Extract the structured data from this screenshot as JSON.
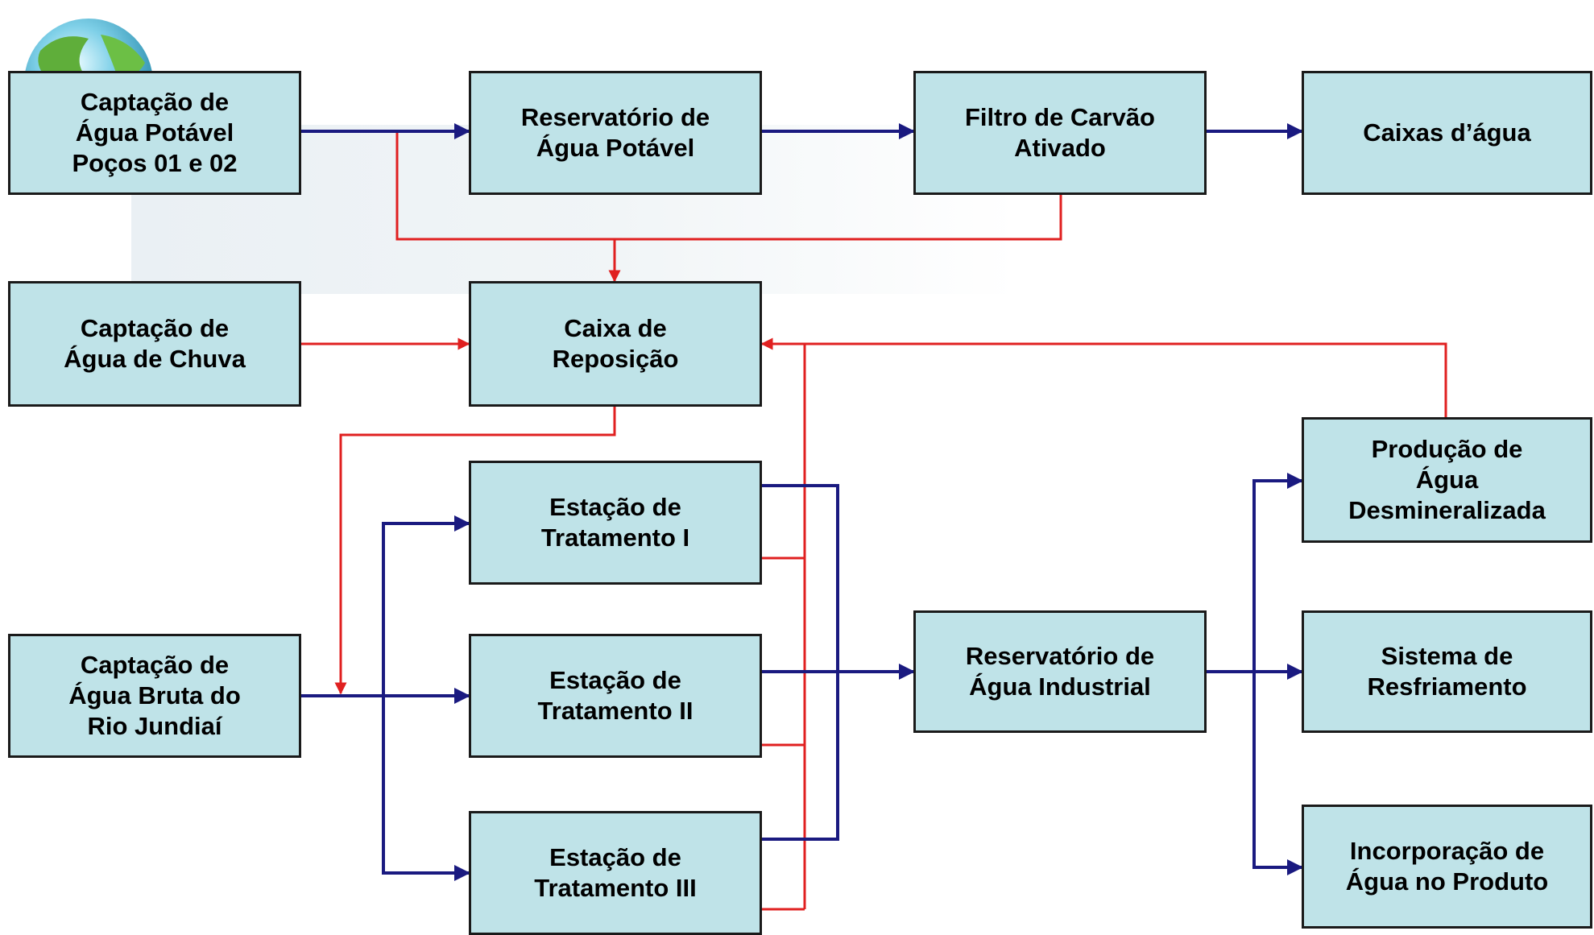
{
  "colors": {
    "box_fill": "#bfe3e8",
    "box_border": "#1a1a1a",
    "potable_flow": "#1a1a80",
    "reuse_flow": "#e02020"
  },
  "logo": {
    "icon": "globe-icon"
  },
  "nodes": {
    "potavel": "Captação de\nÁgua Potável\nPoços 01 e 02",
    "reservatorio_potavel": "Reservatório de\nÁgua Potável",
    "filtro_carvao": "Filtro de Carvão\nAtivado",
    "caixas_dagua": "Caixas d’água",
    "chuva": "Captação de\nÁgua de Chuva",
    "caixa_reposicao": "Caixa de\nReposição",
    "producao_desmineralizada": "Produção de\nÁgua\nDesmineralizada",
    "estacao_1": "Estação de\nTratamento I",
    "bruta": "Captação de\nÁgua Bruta do\nRio Jundiaí",
    "estacao_2": "Estação de\nTratamento II",
    "reservatorio_industrial": "Reservatório de\nÁgua Industrial",
    "sistema_resfriamento": "Sistema de\nResfriamento",
    "estacao_3": "Estação de\nTratamento III",
    "incorporacao_produto": "Incorporação de\nÁgua no Produto"
  },
  "edges": [
    {
      "from": "potavel",
      "to": "reservatorio_potavel",
      "flow": "potable"
    },
    {
      "from": "reservatorio_potavel",
      "to": "filtro_carvao",
      "flow": "potable"
    },
    {
      "from": "filtro_carvao",
      "to": "caixas_dagua",
      "flow": "potable"
    },
    {
      "from": "potavel",
      "to": "caixa_reposicao",
      "flow": "reuse"
    },
    {
      "from": "filtro_carvao",
      "to": "caixa_reposicao",
      "flow": "reuse"
    },
    {
      "from": "chuva",
      "to": "caixa_reposicao",
      "flow": "reuse"
    },
    {
      "from": "producao_desmineralizada",
      "to": "caixa_reposicao",
      "flow": "reuse"
    },
    {
      "from": "estacao_1",
      "to": "caixa_reposicao",
      "flow": "reuse"
    },
    {
      "from": "estacao_2",
      "to": "caixa_reposicao",
      "flow": "reuse"
    },
    {
      "from": "estacao_3",
      "to": "caixa_reposicao",
      "flow": "reuse"
    },
    {
      "from": "caixa_reposicao",
      "to": "bruta",
      "flow": "reuse"
    },
    {
      "from": "bruta",
      "to": "estacao_1",
      "flow": "potable"
    },
    {
      "from": "bruta",
      "to": "estacao_2",
      "flow": "potable"
    },
    {
      "from": "bruta",
      "to": "estacao_3",
      "flow": "potable"
    },
    {
      "from": "estacao_1",
      "to": "reservatorio_industrial",
      "flow": "potable"
    },
    {
      "from": "estacao_2",
      "to": "reservatorio_industrial",
      "flow": "potable"
    },
    {
      "from": "estacao_3",
      "to": "reservatorio_industrial",
      "flow": "potable"
    },
    {
      "from": "reservatorio_industrial",
      "to": "producao_desmineralizada",
      "flow": "potable"
    },
    {
      "from": "reservatorio_industrial",
      "to": "sistema_resfriamento",
      "flow": "potable"
    },
    {
      "from": "reservatorio_industrial",
      "to": "incorporacao_produto",
      "flow": "potable"
    }
  ]
}
